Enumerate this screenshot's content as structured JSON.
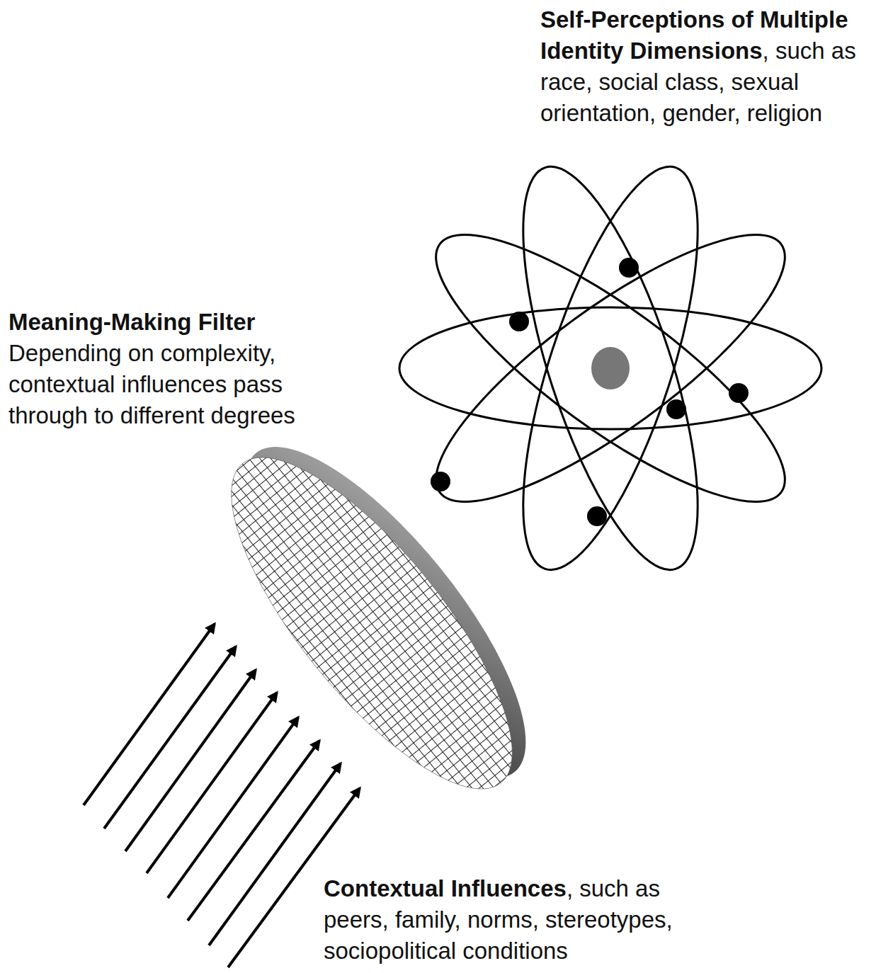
{
  "diagram": {
    "labels": [
      "Self-Perceptions of Multiple Identity Dimensions",
      ", such as race, social class, sexual orientation, gender, religion",
      "Meaning-Making Filter",
      "Depending on complexity, contextual influences pass through to different degrees",
      "Contextual Influences",
      ", such as peers, family, norms, stereotypes, sociopolitical conditions"
    ]
  }
}
